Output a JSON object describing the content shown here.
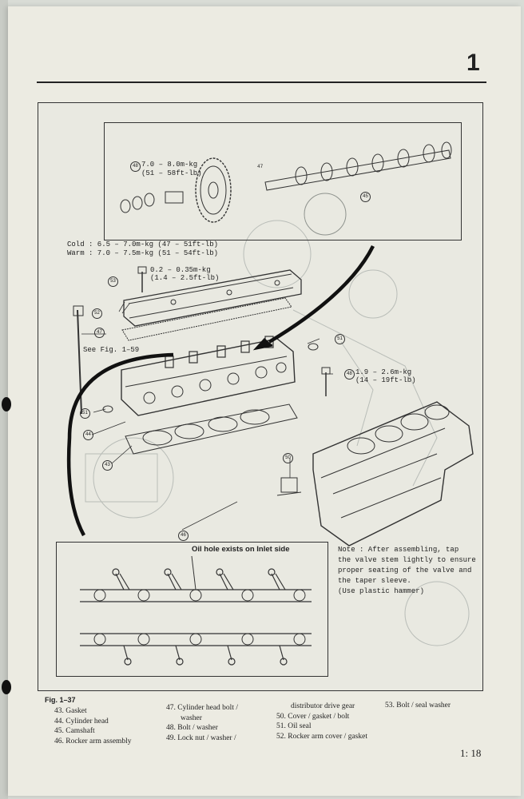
{
  "page": {
    "chapter_number": "1",
    "page_number": "1: 18"
  },
  "diagram": {
    "top_inset": {
      "torque_camshaft_gear": [
        "7.0 – 8.0m-kg",
        "(51 – 58ft-lb)"
      ],
      "callout_camshaft": "45",
      "callout_gear_bolt": "48",
      "callout_47": "47"
    },
    "cylinder_head_bolt_torque": {
      "cold": "Cold  : 6.5 – 7.0m-kg (47 – 51ft-lb)",
      "warm": "Warm  : 7.0 – 7.5m-kg (51 – 54ft-lb)"
    },
    "cover_bolt_torque": [
      "0.2 – 0.35m-kg",
      "(1.4 – 2.5ft-lb)"
    ],
    "rocker_bolt_torque": [
      "1.9 – 2.6m-kg",
      "(14 – 19ft-lb)"
    ],
    "see_fig": "See Fig. 1–59",
    "callouts": {
      "c53": "53",
      "c52": "52",
      "c47": "47",
      "c51a": "51",
      "c48": "48",
      "c51b": "51",
      "c44": "44",
      "c43": "43",
      "c50": "50",
      "c46": "46"
    },
    "oil_hole_label": "Oil hole exists on Inlet side",
    "note_lines": [
      "Note : After assembling, tap",
      "the valve stem lightly to ensure",
      "proper seating of the valve and",
      "the taper sleeve.",
      "(Use plastic hammer)"
    ]
  },
  "figure": {
    "title": "Fig. 1–37",
    "legend_col1": [
      "43. Gasket",
      "44. Cylinder head",
      "45. Camshaft",
      "46. Rocker arm assembly"
    ],
    "legend_col2": [
      "47. Cylinder head bolt /",
      "washer",
      "48. Bolt / washer",
      "49. Lock nut / washer /"
    ],
    "legend_col3": [
      "distributor drive gear",
      "50. Cover / gasket / bolt",
      "51. Oil seal",
      "52. Rocker arm cover / gasket"
    ],
    "legend_col4": [
      "53. Bolt / seal washer"
    ]
  }
}
